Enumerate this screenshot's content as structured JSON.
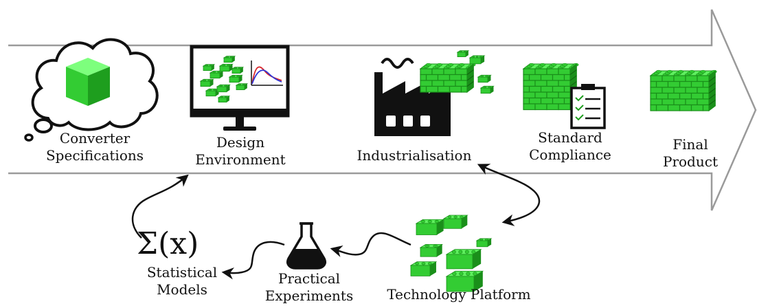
{
  "stages": [
    {
      "id": "converter",
      "lines": [
        "Converter",
        "Specifications"
      ]
    },
    {
      "id": "design",
      "lines": [
        "Design",
        "Environment"
      ]
    },
    {
      "id": "industrial",
      "lines": [
        "Industrialisation"
      ]
    },
    {
      "id": "standard",
      "lines": [
        "Standard",
        "Compliance"
      ]
    },
    {
      "id": "final",
      "lines": [
        "Final",
        "Product"
      ]
    }
  ],
  "loop": {
    "technology_platform": "Technology Platform",
    "practical": [
      "Practical",
      "Experiments"
    ],
    "statistical": [
      "Statistical",
      "Models"
    ],
    "sigma": "Σ(x)"
  },
  "colors": {
    "brick_light": "#5ff05f",
    "brick_mid": "#33cc33",
    "brick_dark": "#1a8f1a",
    "outline": "#111111",
    "arrow_fill": "#ffffff",
    "arrow_stroke": "#9a9a9a",
    "curve_red": "#d9262b",
    "curve_blue": "#2f37d6"
  }
}
